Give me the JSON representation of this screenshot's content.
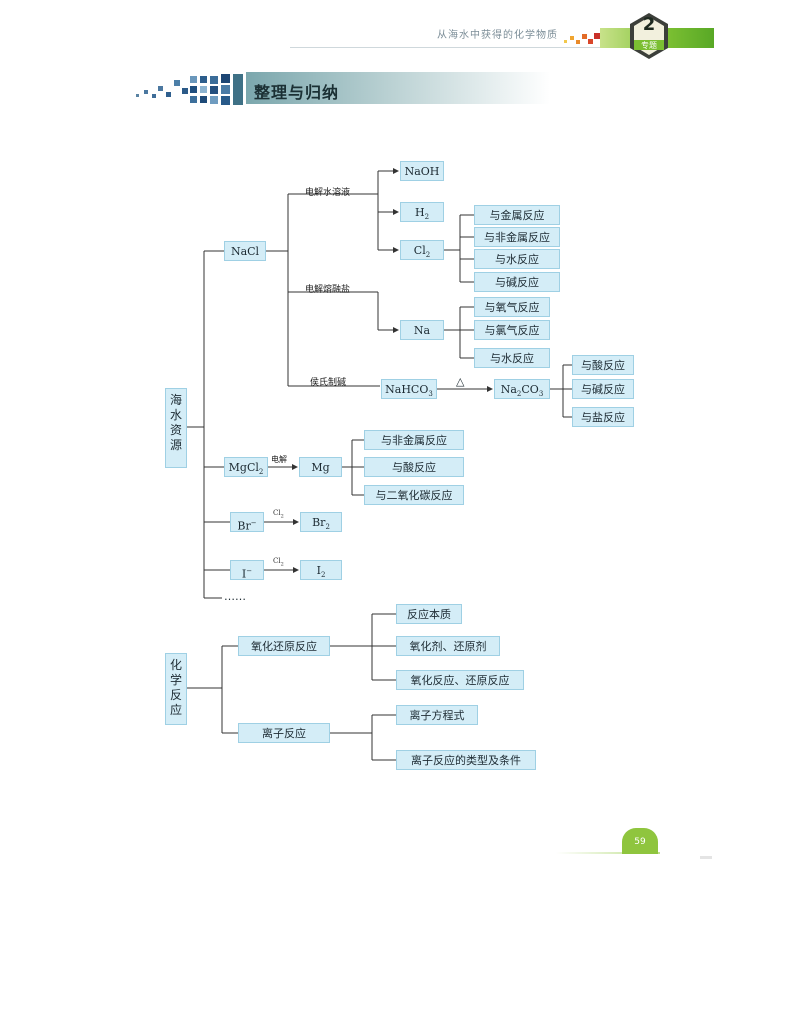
{
  "header": {
    "book_title": "从海水中获得的化学物质",
    "chapter_number": "2",
    "chapter_label": "专题"
  },
  "section": {
    "title": "整理与归纳"
  },
  "diagram": {
    "root1": "海水资源",
    "nacl": "NaCl",
    "label_electrolysis_solution": "电解水溶液",
    "label_electrolysis_melt": "电解熔融盐",
    "label_hou_process": "侯氏制碱",
    "naoh": "NaOH",
    "h2": "H",
    "h2_sub": "2",
    "cl2": "Cl",
    "cl2_sub": "2",
    "cl2_reactions": [
      "与金属反应",
      "与非金属反应",
      "与水反应",
      "与碱反应"
    ],
    "na": "Na",
    "na_reactions": [
      "与氧气反应",
      "与氯气反应",
      "与水反应"
    ],
    "nahco3": "NaHCO",
    "nahco3_sub": "3",
    "heat_symbol": "△",
    "na2co3_a": "Na",
    "na2co3_sub1": "2",
    "na2co3_b": "CO",
    "na2co3_sub2": "3",
    "na2co3_reactions": [
      "与酸反应",
      "与碱反应",
      "与盐反应"
    ],
    "mgcl2": "MgCl",
    "mgcl2_sub": "2",
    "label_mg_electrolysis": "电解",
    "mg": "Mg",
    "mg_reactions": [
      "与非金属反应",
      "与酸反应",
      "与二氧化碳反应"
    ],
    "br_minus": "Br",
    "minus_sign": "−",
    "cl2_label_br": "Cl",
    "cl2_label_br_sub": "2",
    "br2": "Br",
    "br2_sub": "2",
    "i_minus": "I",
    "cl2_label_i": "Cl",
    "cl2_label_i_sub": "2",
    "i2": "I",
    "i2_sub": "2",
    "ellipsis": "……",
    "root2": "化学反应",
    "redox": "氧化还原反应",
    "redox_items": [
      "反应本质",
      "氧化剂、还原剂",
      "氧化反应、还原反应"
    ],
    "ionic": "离子反应",
    "ionic_items": [
      "离子方程式",
      "离子反应的类型及条件"
    ]
  },
  "page_number": "59",
  "colors": {
    "box_fill": "#d4edf7",
    "box_border": "#9fd0e4",
    "line": "#333333",
    "accent_green": "#7bbf32"
  }
}
